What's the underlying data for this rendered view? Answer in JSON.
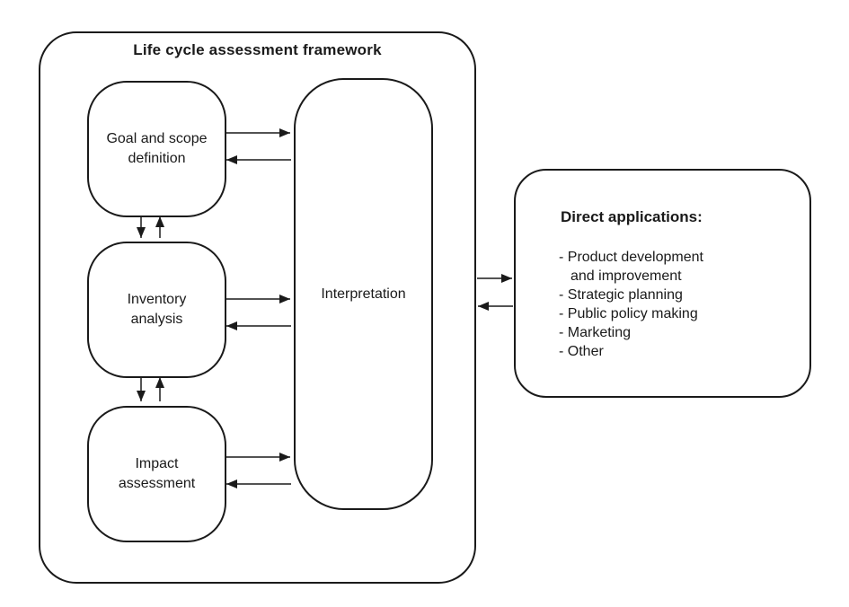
{
  "diagram": {
    "title": "Life cycle assessment framework",
    "phases": {
      "goal": "Goal and scope\ndefinition",
      "inventory": "Inventory\nanalysis",
      "impact": "Impact\nassessment",
      "interpretation": "Interpretation"
    },
    "direct_applications": {
      "heading": "Direct applications:",
      "items": [
        "- Product development\nand improvement",
        "- Strategic planning",
        "- Public policy making",
        "- Marketing",
        "- Other"
      ]
    },
    "colors": {
      "line": "#1a1a1a",
      "background": "#ffffff"
    }
  }
}
